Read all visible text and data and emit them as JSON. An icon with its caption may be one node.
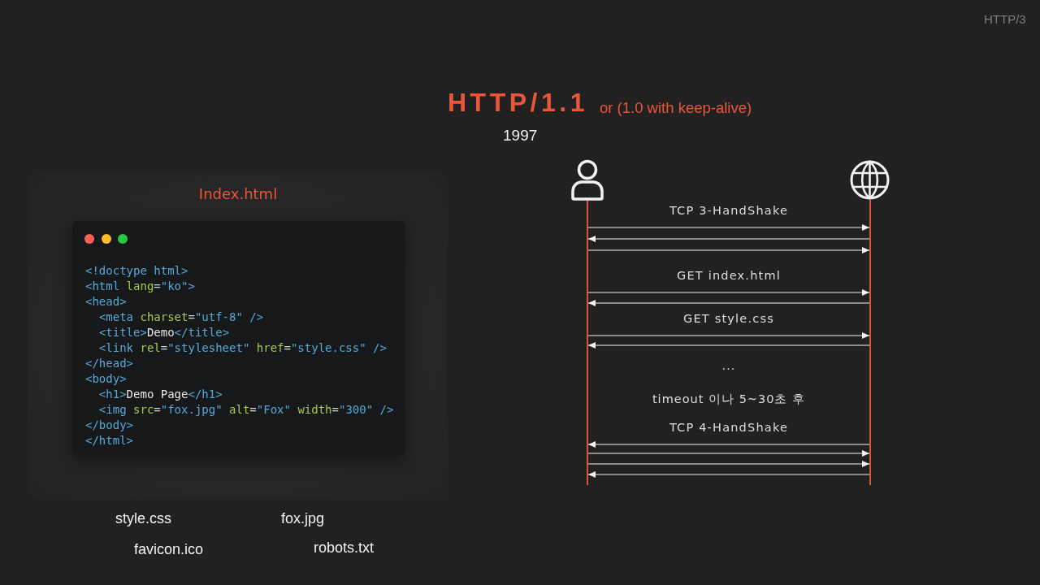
{
  "diagram": {
    "title": "HTTP/1.1",
    "nodes": [
      {
        "text": [],
        "shape": "person"
      },
      {
        "text": [],
        "shape": "globe"
      },
      {
        "text": [],
        "shape": "line"
      },
      {
        "text": [],
        "shape": "line"
      },
      {
        "text": [
          "Index.html",
          "<!doctype html>",
          "<html lang=\"ko\">",
          "<head>",
          "  <meta charset=\"utf-8\" />",
          "  <title>Demo</title>",
          "  <link rel=\"stylesheet\" href=\"style.css\" />",
          "</head>",
          "<body>",
          "  <h1>Demo Page</h1>",
          "  <img src=\"fox.jpg\" alt=\"Fox\" width=\"300\" />",
          "</body>",
          "</html>"
        ]
      }
    ],
    "edges": [
      {
        "from": 2,
        "to": 3,
        "arrow": "to",
        "label": "TCP 3-HandShake"
      },
      {
        "from": 3,
        "to": 2,
        "arrow": "to"
      },
      {
        "from": 2,
        "to": 3,
        "arrow": "to"
      },
      {
        "from": 2,
        "to": 3,
        "arrow": "to",
        "label": "GET index.html"
      },
      {
        "from": 3,
        "to": 2,
        "arrow": "to"
      },
      {
        "from": 2,
        "to": 3,
        "arrow": "to",
        "label": "GET style.css"
      },
      {
        "from": 3,
        "to": 2,
        "arrow": "to"
      },
      {
        "from": 3,
        "to": 2,
        "arrow": "to",
        "label": "TCP 4-HandShake"
      },
      {
        "from": 2,
        "to": 3,
        "arrow": "to"
      },
      {
        "from": 2,
        "to": 3,
        "arrow": "to"
      },
      {
        "from": 3,
        "to": 2,
        "arrow": "to"
      }
    ],
    "labels": [
      "HTTP/3",
      "or (1.0 with keep-alive)",
      "1997",
      "...",
      "timeout 이나 5~30초 후",
      "style.css",
      "fox.jpg",
      "favicon.ico",
      "robots.txt"
    ]
  }
}
